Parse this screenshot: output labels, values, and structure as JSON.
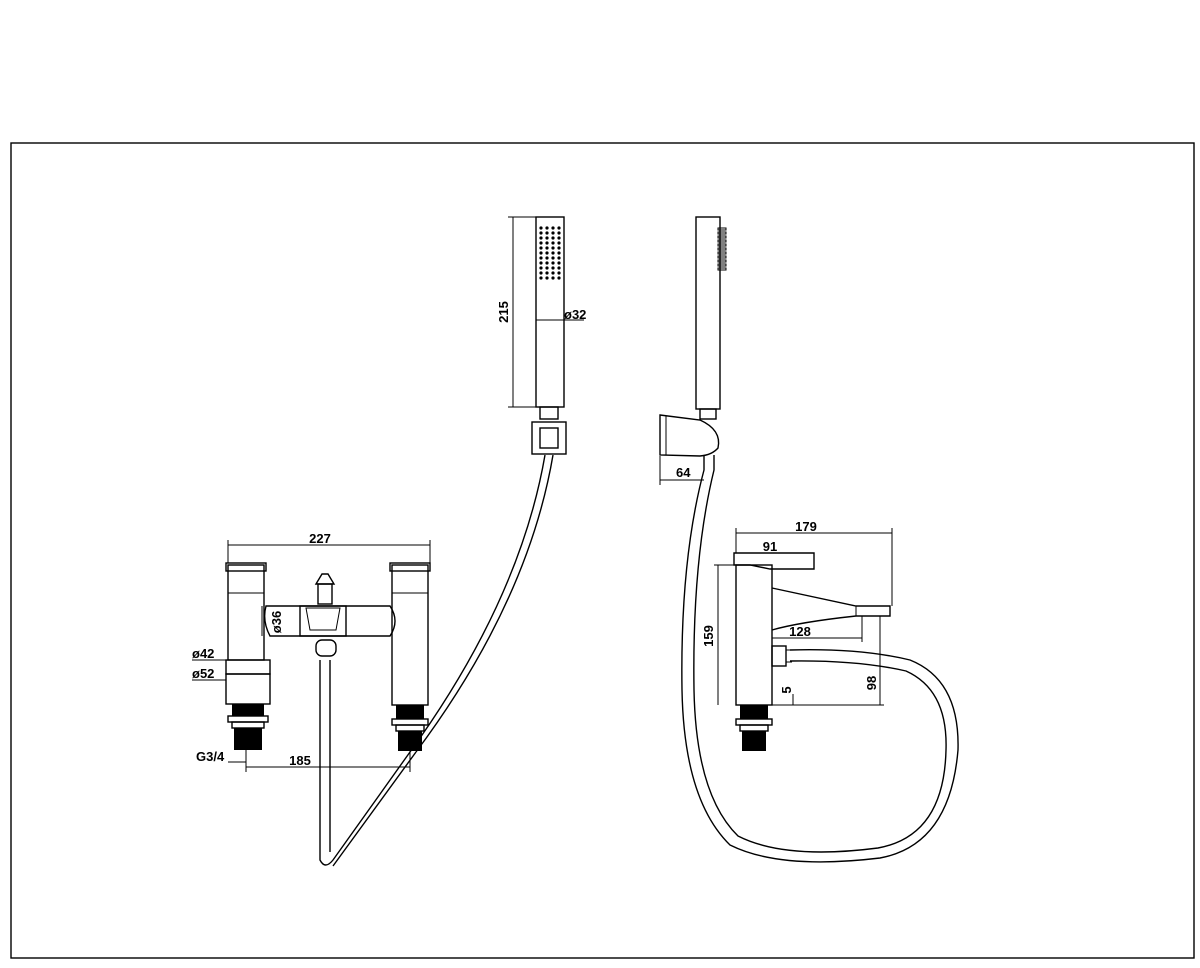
{
  "dimensions": {
    "overall_width": "227",
    "body_diameter": "ø36",
    "shroud_diameter": "ø42",
    "base_diameter": "ø52",
    "thread": "G3/4",
    "centres": "185",
    "handset_length": "215",
    "handset_diameter": "ø32",
    "bracket_projection": "64",
    "total_depth": "179",
    "handle_depth": "91",
    "height": "159",
    "spout_projection": "128",
    "spout_height": "98",
    "deck_offset": "5"
  }
}
